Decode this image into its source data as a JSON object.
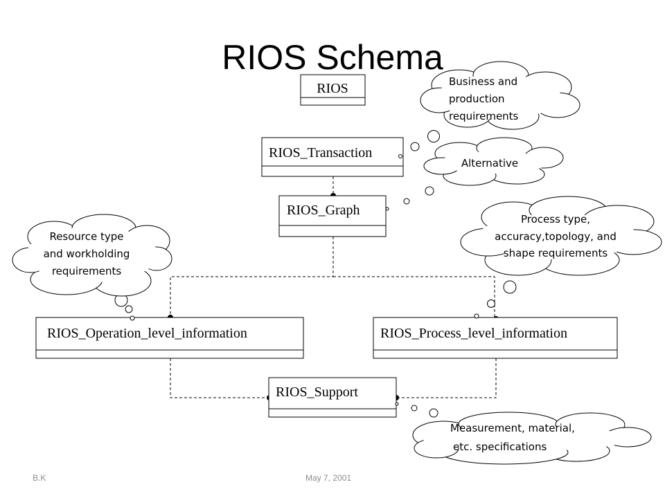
{
  "slide": {
    "title": "RIOS Schema",
    "footer_left": "B.K",
    "footer_date": "May 7, 2001"
  },
  "classes": {
    "rios": "RIOS",
    "transaction": "RIOS_Transaction",
    "graph": "RIOS_Graph",
    "operation": "RIOS_Operation_level_information",
    "process": "RIOS_Process_level_information",
    "support": "RIOS_Support"
  },
  "notes": {
    "business": [
      "Business and",
      "production",
      "requirements"
    ],
    "alternative": [
      "Alternative"
    ],
    "process": [
      "Process type,",
      "accuracy,topology, and",
      "shape requirements"
    ],
    "resource": [
      "Resource type",
      "and workholding",
      "requirements"
    ],
    "measurement": [
      "Measurement, material,",
      "etc. specifications"
    ]
  }
}
